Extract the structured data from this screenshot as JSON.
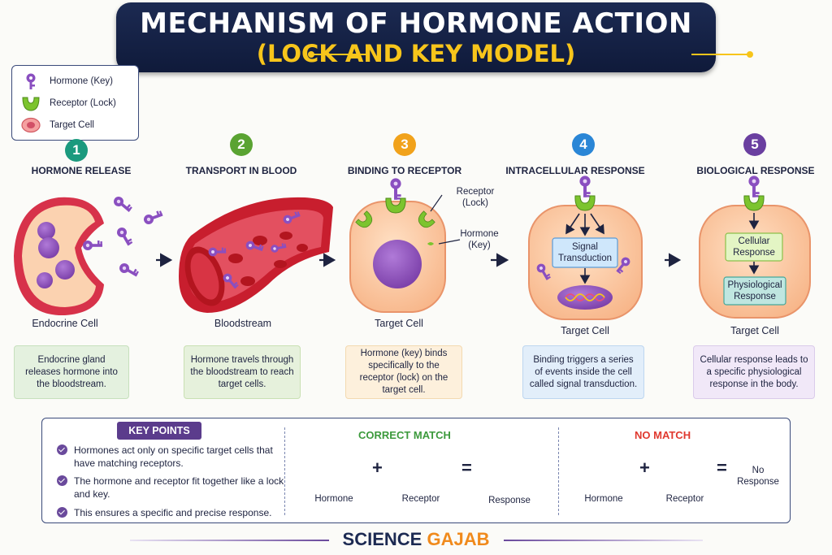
{
  "title": {
    "line1": "MECHANISM OF HORMONE ACTION",
    "line2": "(LOCK AND KEY MODEL)"
  },
  "legend": [
    {
      "label": "Hormone (Key)",
      "icon": "key-icon"
    },
    {
      "label": "Receptor (Lock)",
      "icon": "receptor-icon"
    },
    {
      "label": "Target Cell",
      "icon": "cell-icon"
    }
  ],
  "steps": [
    {
      "number": "1",
      "title": "HORMONE RELEASE",
      "caption": "Endocrine Cell",
      "description": "Endocrine gland releases hormone into the bloodstream.",
      "color": "#1b9a7e"
    },
    {
      "number": "2",
      "title": "TRANSPORT IN BLOOD",
      "caption": "Bloodstream",
      "description": "Hormone travels through the bloodstream to reach target cells.",
      "color": "#5aa332"
    },
    {
      "number": "3",
      "title": "BINDING TO RECEPTOR",
      "caption": "Target Cell",
      "description": "Hormone (key) binds specifically to the receptor (lock) on the target cell.",
      "color": "#f1a21b"
    },
    {
      "number": "4",
      "title": "INTRACELLULAR RESPONSE",
      "caption": "Target Cell",
      "description": "Binding triggers a series of events inside the cell called signal transduction.",
      "color": "#2a86d6"
    },
    {
      "number": "5",
      "title": "BIOLOGICAL RESPONSE",
      "caption": "Target Cell",
      "description": "Cellular response leads to a specific physiological response in the body.",
      "color": "#6a3fa0"
    }
  ],
  "annotations": {
    "receptor": "Receptor\n(Lock)",
    "hormone": "Hormone\n(Key)",
    "signal": "Signal\nTransduction",
    "cellular": "Cellular\nResponse",
    "physiological": "Physiological\nResponse"
  },
  "key_points": {
    "title": "KEY POINTS",
    "items": [
      "Hormones act only on specific target cells that have matching receptors.",
      "The hormone and receptor fit together like a lock and key.",
      "This ensures a specific and precise response."
    ]
  },
  "correct_match": {
    "title": "CORRECT MATCH",
    "hormone": "Hormone",
    "receptor": "Receptor",
    "response": "Response",
    "plus": "+",
    "equals": "=",
    "color": "#3c9a3c"
  },
  "no_match": {
    "title": "NO MATCH",
    "hormone": "Hormone",
    "receptor": "Receptor",
    "response": "No\nResponse",
    "plus": "+",
    "equals": "=",
    "color": "#e0392f"
  },
  "footer": {
    "brand_a": "SCIENCE",
    "brand_b": "GAJAB"
  },
  "colors": {
    "navy": "#1c2a52",
    "gold": "#f7c51b",
    "purple_key": "#8a4fc0",
    "green_receptor": "#7cc42e",
    "cell_fill": "#fbc8a0",
    "cell_edge": "#e9946a"
  }
}
